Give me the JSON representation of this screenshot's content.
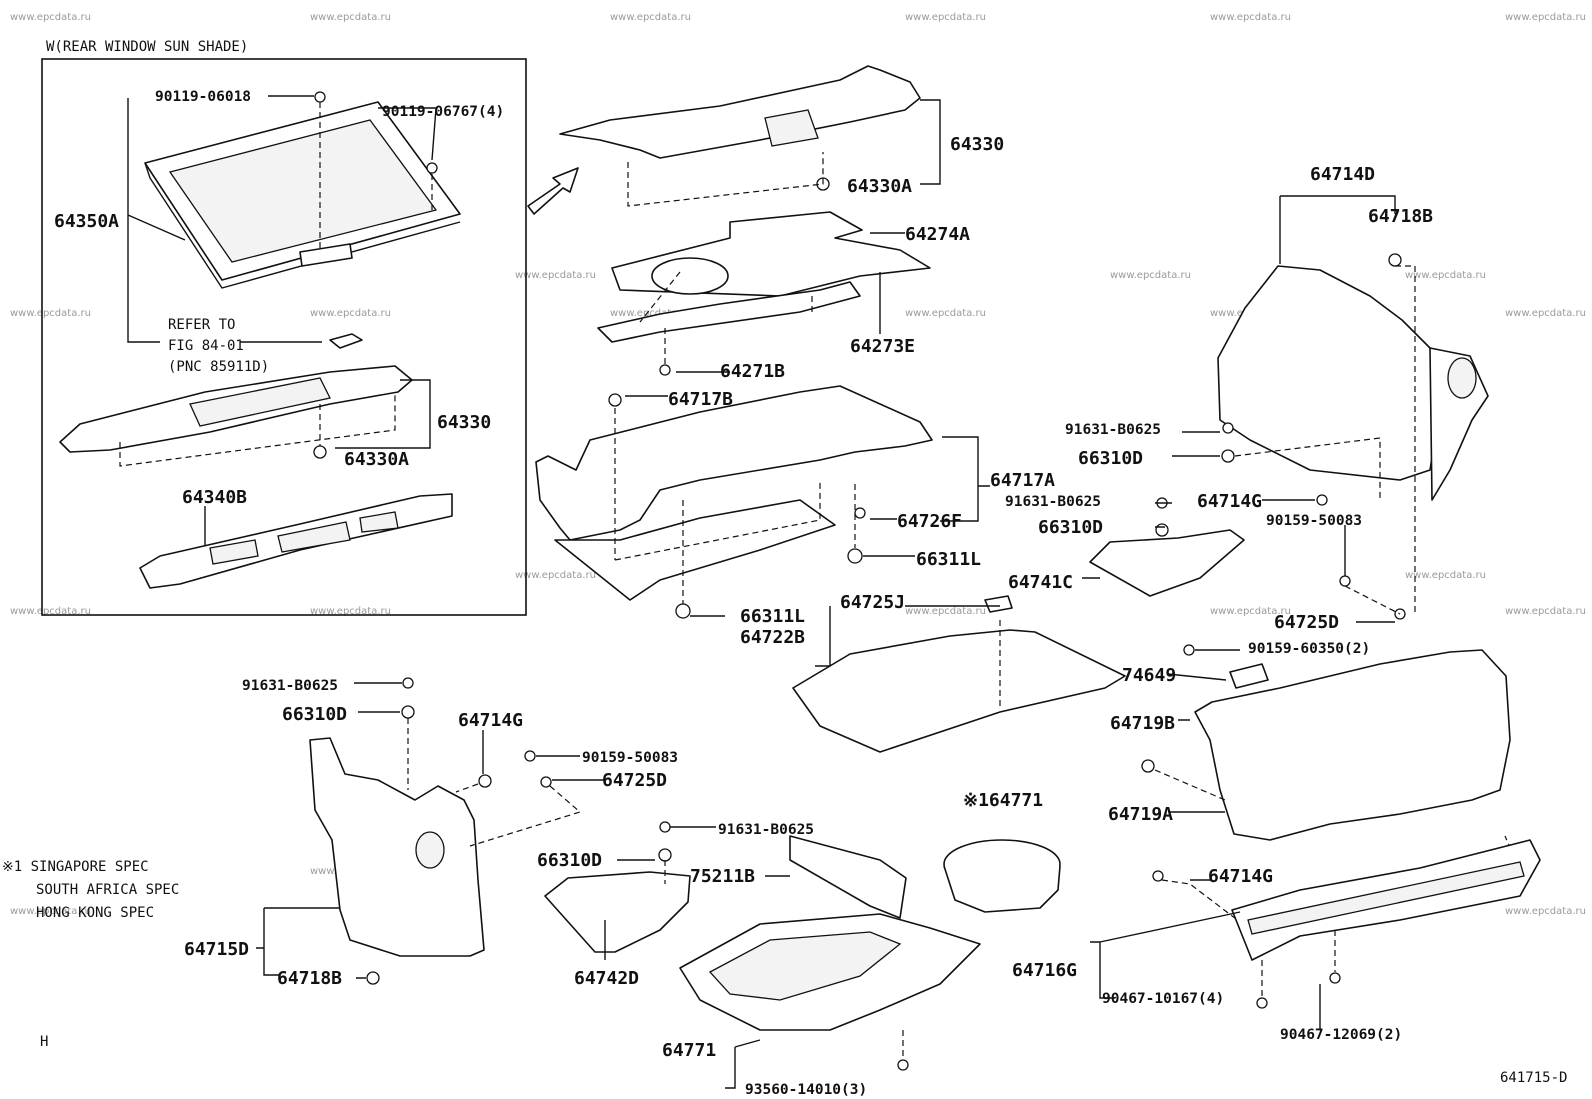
{
  "header": {
    "variant_note": "W(REAR WINDOW SUN SHADE)"
  },
  "watermark": "www.epcdata.ru",
  "inset_box": {
    "refer_line1": "REFER TO",
    "refer_line2": "FIG 84-01",
    "refer_line3": "(PNC 85911D)"
  },
  "footnote": {
    "marker": "※1",
    "lines": [
      "※1 SINGAPORE SPEC",
      "SOUTH AFRICA SPEC",
      "HONG KONG SPEC"
    ]
  },
  "corner_letter": "H",
  "figure_id": "641715-D",
  "callouts": {
    "c90119_06018": "90119-06018",
    "c90119_06767": "90119-06767(4)",
    "c64350A": "64350A",
    "c64330_inset": "64330",
    "c64330A_inset": "64330A",
    "c64340B": "64340B",
    "c64330_top": "64330",
    "c64330A_top": "64330A",
    "c64274A": "64274A",
    "c64273E": "64273E",
    "c64271B": "64271B",
    "c64717B": "64717B",
    "c64717A": "64717A",
    "c64726F": "64726F",
    "c66311L_a": "66311L",
    "c66311L_b": "66311L",
    "c64725J": "64725J",
    "c64722B": "64722B",
    "c64714D": "64714D",
    "c64718B_r": "64718B",
    "c91631_B0625_r": "91631-B0625",
    "c66310D_r": "66310D",
    "c91631_B0625_m": "91631-B0625",
    "c66310D_m": "66310D",
    "c64714G_r": "64714G",
    "c90159_50083_r": "90159-50083",
    "c64741C": "64741C",
    "c64725D_r": "64725D",
    "c90159_60350": "90159-60350(2)",
    "c74649": "74649",
    "c64719B": "64719B",
    "c64719A": "64719A",
    "c91631_B0625_l": "91631-B0625",
    "c66310D_l": "66310D",
    "c64714G_l": "64714G",
    "c90159_50083_l": "90159-50083",
    "c64725D_l": "64725D",
    "c64715D": "64715D",
    "c64718B_l": "64718B",
    "c91631_B0625_c": "91631-B0625",
    "c66310D_c": "66310D",
    "c75211B": "75211B",
    "c64742D": "64742D",
    "c64771_star": "※164771",
    "c64771": "64771",
    "c93560": "93560-14010(3)",
    "c64714G_b": "64714G",
    "c64716G": "64716G",
    "c90467_10167": "90467-10167(4)",
    "c90467_12069": "90467-12069(2)"
  }
}
